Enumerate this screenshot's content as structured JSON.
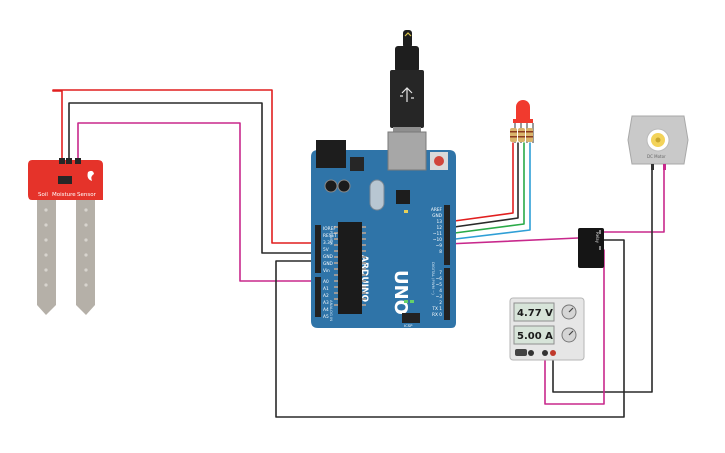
{
  "colors": {
    "canvas": "#ffffff",
    "board": "#2f74a8",
    "board_dark": "#1f4f77",
    "sensor": "#e5332a",
    "probe": "#b5b0a8",
    "wire_red": "#e11f1f",
    "wire_black": "#2a2a2a",
    "wire_magenta": "#c8288c",
    "wire_green": "#2aaa48",
    "wire_blue": "#2f9fd6",
    "relay": "#151515",
    "motor": "#c9c9c9",
    "motor_hub": "#f3d35a",
    "psu_body": "#e6e6e6",
    "lcd": "#d7e4d9"
  },
  "sensor": {
    "label_soil": "Soil",
    "label_moisture": "Moisture",
    "label_sensor": "Sensor"
  },
  "arduino": {
    "brand": "ARDUINO",
    "model": "UNO",
    "power_header": "POWER",
    "analog_header": "ANALOG IN",
    "digital_header": "DIGITAL (PWM ~)",
    "power_pins": [
      "IOREF",
      "RESET",
      "3.3V",
      "5V",
      "GND",
      "GND",
      "Vin"
    ],
    "analog_pins": [
      "A0",
      "A1",
      "A2",
      "A3",
      "A4",
      "A5"
    ],
    "digital_pins": [
      "AREF",
      "GND",
      "13",
      "12",
      "~11",
      "~10",
      "~9",
      "8",
      "7",
      "~6",
      "~5",
      "4",
      "~3",
      "2",
      "TX 1",
      "RX 0"
    ],
    "icsp_label": "ICSP"
  },
  "relay": {
    "label": "Relay"
  },
  "motor": {
    "label": "DC Motor"
  },
  "power_supply": {
    "voltage": "4.77 V",
    "current": "5.00 A"
  },
  "icons": {
    "usb": "usb-plug-icon",
    "led": "led-icon",
    "reset": "reset-button-icon"
  }
}
